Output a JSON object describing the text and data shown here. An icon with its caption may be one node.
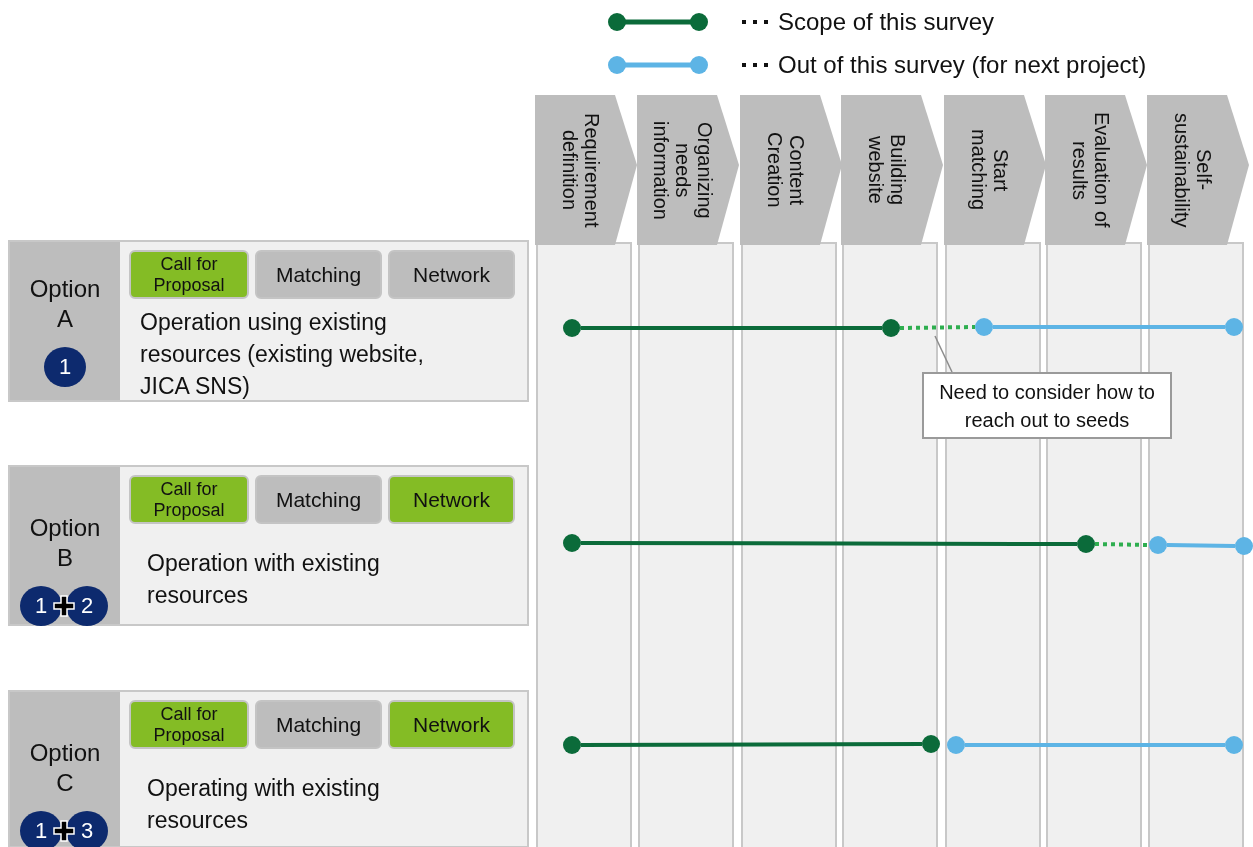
{
  "diagram": {
    "nodes": [
      {
        "text": [
          "Requirement definition"
        ]
      },
      {
        "text": [
          "Organizing needs information"
        ]
      },
      {
        "text": [
          "Content Creation"
        ]
      },
      {
        "text": [
          "Building website"
        ]
      },
      {
        "text": [
          "Start matching"
        ]
      },
      {
        "text": [
          "Evaluation of results"
        ]
      },
      {
        "text": [
          "Self-sustainability"
        ]
      },
      {
        "text": [
          "Option A",
          "Operation using existing resources (existing website, JICA SNS)"
        ]
      },
      {
        "text": [
          "Call for Proposal"
        ],
        "in": 7
      },
      {
        "text": [
          "Matching"
        ],
        "in": 7
      },
      {
        "text": [
          "Network"
        ],
        "in": 7
      },
      {
        "text": [
          "1"
        ],
        "in": 7
      },
      {
        "text": [],
        "shape": "circle"
      },
      {
        "text": [],
        "shape": "circle"
      },
      {
        "text": [],
        "shape": "circle"
      },
      {
        "text": [],
        "shape": "circle"
      },
      {
        "text": [
          "Need to consider how to reach out to seeds"
        ]
      },
      {
        "text": [
          "Option B",
          "Operation with existing resources"
        ]
      },
      {
        "text": [
          "Call for Proposal"
        ],
        "in": 17
      },
      {
        "text": [
          "Matching"
        ],
        "in": 17
      },
      {
        "text": [
          "Network"
        ],
        "in": 17
      },
      {
        "text": [
          "1"
        ],
        "in": 17
      },
      {
        "text": [
          "2"
        ],
        "in": 17
      },
      {
        "text": [],
        "shape": "circle"
      },
      {
        "text": [],
        "shape": "circle"
      },
      {
        "text": [],
        "shape": "circle"
      },
      {
        "text": [],
        "shape": "circle"
      },
      {
        "text": [
          "Option C",
          "Operating with existing resources"
        ]
      },
      {
        "text": [
          "Call for Proposal"
        ],
        "in": 27
      },
      {
        "text": [
          "Matching"
        ],
        "in": 27
      },
      {
        "text": [
          "Network"
        ],
        "in": 27
      },
      {
        "text": [
          "1"
        ],
        "in": 27
      },
      {
        "text": [
          "3"
        ],
        "in": 27
      },
      {
        "text": [],
        "shape": "circle"
      },
      {
        "text": [],
        "shape": "circle"
      },
      {
        "text": [],
        "shape": "circle"
      },
      {
        "text": [],
        "shape": "circle"
      }
    ],
    "edges": [
      {
        "from": 12,
        "to": 13,
        "arrow": "none",
        "color": "#0b6b3a"
      },
      {
        "from": 13,
        "to": 14,
        "arrow": "none",
        "style": "dashed",
        "color": "#2eae4f"
      },
      {
        "from": 14,
        "to": 15,
        "arrow": "none",
        "color": "#5db4e5"
      },
      {
        "from": 16,
        "to": null,
        "arrow": "none",
        "color": "#8c8c8c"
      },
      {
        "from": 23,
        "to": 24,
        "arrow": "none",
        "color": "#0b6b3a"
      },
      {
        "from": 24,
        "to": 25,
        "arrow": "none",
        "style": "dashed",
        "color": "#2eae4f"
      },
      {
        "from": 25,
        "to": 26,
        "arrow": "none",
        "color": "#5db4e5"
      },
      {
        "from": 33,
        "to": 34,
        "arrow": "none",
        "color": "#0b6b3a"
      },
      {
        "from": 35,
        "to": 36,
        "arrow": "none",
        "color": "#5db4e5"
      }
    ],
    "legend": [
      {
        "text": "Scope of this survey"
      },
      {
        "text": "Out of this survey (for next project)"
      }
    ]
  }
}
